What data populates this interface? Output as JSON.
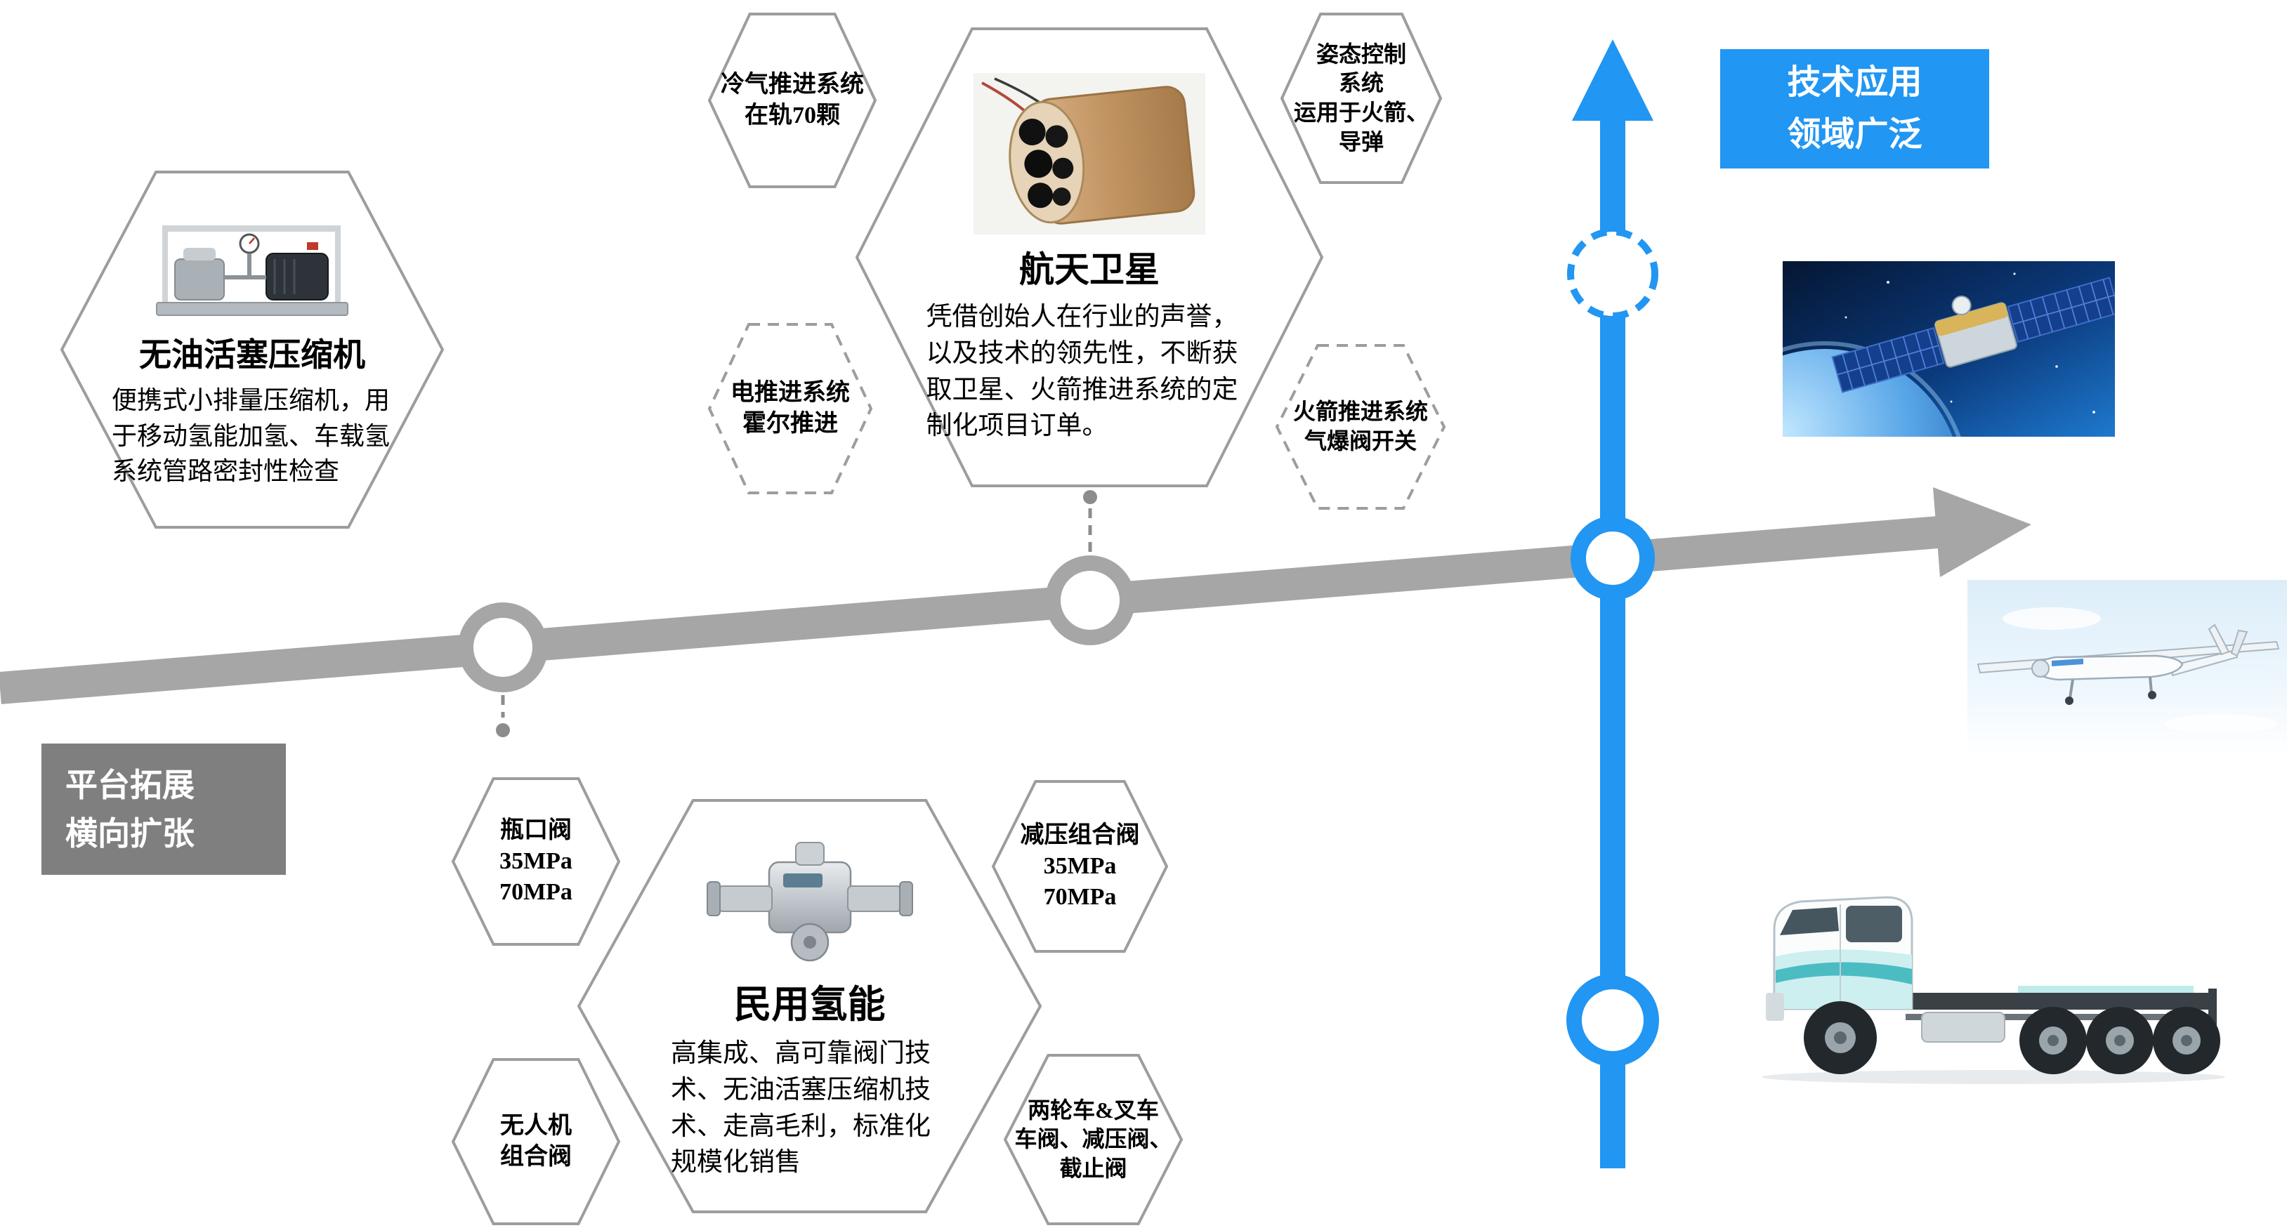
{
  "colors": {
    "blue": "#2196f3",
    "gray": "#a6a6a6",
    "label_gray": "#7f7f7f",
    "hex_border": "#9d9d9d"
  },
  "corner_labels": {
    "tech_application": "技术应用\n领域广泛",
    "platform_expansion": "平台拓展\n横向扩张"
  },
  "hexagons": {
    "compressor": {
      "title": "无油活塞压缩机",
      "desc": "便携式小排量压缩机，用于移动氢能加氢、车载氢系统管路密封性检查"
    },
    "cold_gas": {
      "text": "冷气推进系统\n在轨70颗"
    },
    "attitude_control": {
      "text": "姿态控制\n系统\n运用于火箭、\n导弹"
    },
    "aerospace_satellite": {
      "title": "航天卫星",
      "desc": "凭借创始人在行业的声誉，以及技术的领先性，不断获取卫星、火箭推进系统的定制化项目订单。"
    },
    "electric_propulsion": {
      "text": "电推进系统\n霍尔推进"
    },
    "rocket_propulsion": {
      "text": "火箭推进系统\n气爆阀开关"
    },
    "bottle_valve": {
      "text": "瓶口阀\n35MPa\n70MPa"
    },
    "civil_hydrogen": {
      "title": "民用氢能",
      "desc": "高集成、高可靠阀门技术、无油活塞压缩机技术、走高毛利，标准化规模化销售"
    },
    "pressure_reducing_valve": {
      "text": "减压组合阀\n35MPa\n70MPa"
    },
    "uav_valve": {
      "text": "无人机\n组合阀"
    },
    "two_wheeler_forklift": {
      "text": "两轮车&叉车\n车阀、减压阀、\n截止阀"
    }
  },
  "photos": {
    "compressor_device": "oil-free-piston-compressor-photo",
    "satellite_thruster": "satellite-propulsion-photo",
    "hydrogen_valve": "hydrogen-valve-photo",
    "satellite_orbit": "satellite-in-orbit-photo",
    "uav_drone": "uav-drone-photo",
    "hydrogen_truck": "hydrogen-truck-photo"
  }
}
